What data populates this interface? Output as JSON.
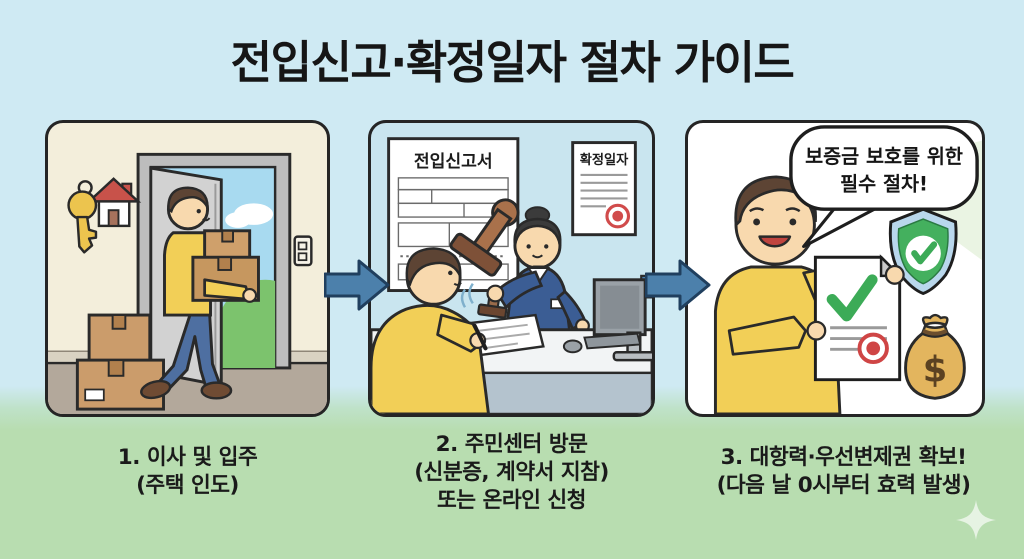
{
  "title": "전입신고·확정일자 절차 가이드",
  "steps": [
    {
      "caption_lines": [
        "1. 이사 및 입주",
        "(주택 인도)"
      ]
    },
    {
      "caption_lines": [
        "2. 주민센터 방문",
        "(신분증, 계약서 지참)",
        "또는 온라인 신청"
      ]
    },
    {
      "caption_lines": [
        "3. 대항력·우선변제권 확보!",
        "(다음 날 0시부터 효력 발생)"
      ]
    }
  ],
  "panel2": {
    "moving_in_form_title": "전입신고서",
    "confirmed_date_title": "확정일자"
  },
  "panel3": {
    "speech_lines": [
      "보증금 보호를 위한",
      "필수 절차!"
    ],
    "money_symbol": "$"
  },
  "colors": {
    "bg_top": "#cfeaf3",
    "bg_bottom": "#b8ddb0",
    "arrow_blue": "#4c80ab",
    "panel1_bg": "#f3eedb",
    "panel2_bg": "#c9e5ef",
    "panel3_bg": "#ffffff",
    "shirt_yellow": "#f2cf57",
    "check_green": "#3cab57",
    "seal_red": "#cf4545",
    "money_gold": "#e3b55e",
    "suit_navy": "#3b5d94"
  }
}
